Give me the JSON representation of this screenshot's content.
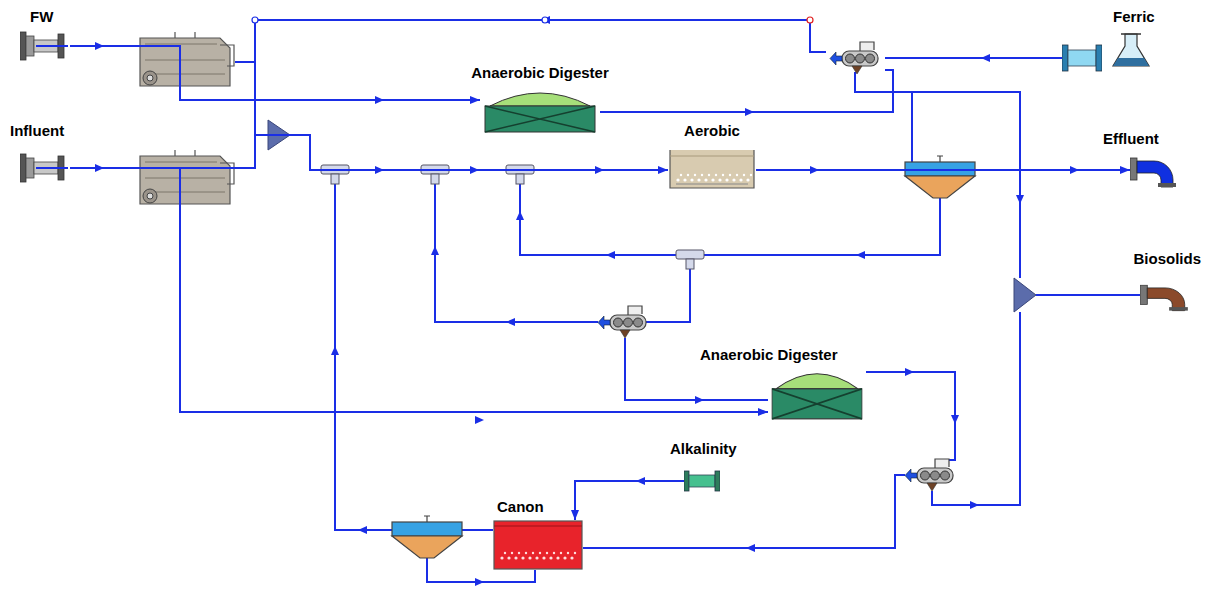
{
  "diagram": {
    "nodes": [
      {
        "text": [
          "FW"
        ]
      },
      {
        "text": [
          "Influent"
        ]
      },
      {
        "text": [
          "Anaerobic Digester"
        ]
      },
      {
        "text": [
          "Aerobic"
        ]
      },
      {
        "text": [
          "Ferric"
        ]
      },
      {
        "text": [
          "Effluent"
        ]
      },
      {
        "text": [
          "Anaerobic Digester"
        ]
      },
      {
        "text": [
          "Biosolids"
        ]
      },
      {
        "text": [
          "Alkalinity"
        ]
      },
      {
        "text": [
          "Canon"
        ]
      }
    ],
    "edges": [
      {
        "from": 0,
        "to": 2,
        "arrow": "to"
      },
      {
        "from": 1,
        "to": 3,
        "arrow": "to"
      },
      {
        "from": 1,
        "to": 6,
        "arrow": "to"
      },
      {
        "from": 3,
        "to": 5,
        "arrow": "to"
      },
      {
        "from": 8,
        "to": 9,
        "arrow": "to"
      }
    ]
  }
}
